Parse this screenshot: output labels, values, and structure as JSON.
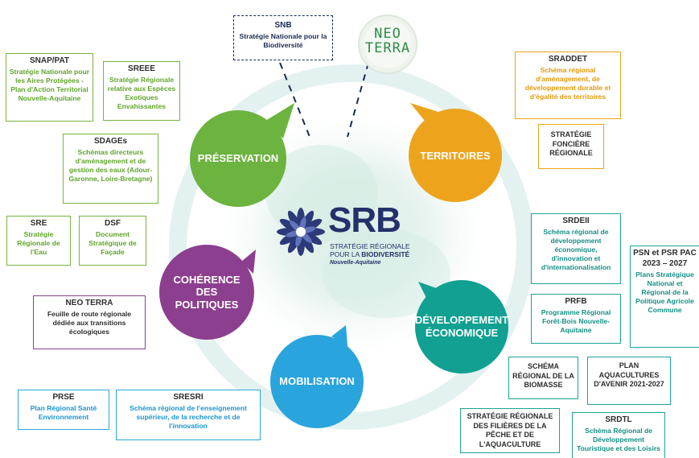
{
  "center": {
    "acronym": "SRB",
    "line1": "STRATÉGIE RÉGIONALE",
    "line2_pre": "POUR LA ",
    "line2_bold": "BIODIVERSITÉ",
    "region": "Nouvelle-Aquitaine"
  },
  "neoterra_logo": {
    "line1": "NEO",
    "line2": "TERRA"
  },
  "bubbles": {
    "preservation": "PRÉSERVATION",
    "territoires": "TERRITOIRES",
    "coherence": "COHÉRENCE DES POLITIQUES",
    "developpement": "DÉVELOPPEMENT ÉCONOMIQUE",
    "mobilisation": "MOBILISATION"
  },
  "colors": {
    "green": "#6cb33f",
    "orange": "#eda41c",
    "teal": "#11a091",
    "purple": "#8b3f8e",
    "blue": "#2aa4dc",
    "navy": "#1a2b50"
  },
  "boxes": {
    "snb": {
      "title": "SNB",
      "desc": "Stratégie Nationale pour la Biodiversité"
    },
    "snap": {
      "title": "SNAP/PAT",
      "desc": "Stratégie Nationale pour les Aires Protégées - Plan d'Action Territorial Nouvelle-Aquitaine"
    },
    "sreee": {
      "title": "SREEE",
      "desc": "Stratégie Régionale relative aux Espèces Exotiques Envahissantes"
    },
    "sdages": {
      "title": "SDAGEs",
      "desc": "Schémas directeurs d'aménagement et de gestion des eaux (Adour-Garonne, Loire-Bretagne)"
    },
    "sre": {
      "title": "SRE",
      "desc": "Stratégie Régionale de l'Eau"
    },
    "dsf": {
      "title": "DSF",
      "desc": "Document Stratégique de Façade"
    },
    "neoterra": {
      "title": "NEO TERRA",
      "desc": "Feuille de route régionale dédiée aux transitions écologiques"
    },
    "prse": {
      "title": "PRSE",
      "desc": "Plan Régional Santé Environnement"
    },
    "sresri": {
      "title": "SRESRI",
      "desc": "Schéma régional de l'enseignement supérieur, de la recherche et de l'innovation"
    },
    "sraddet": {
      "title": "SRADDET",
      "desc": "Schéma régional d'aménagement, de développement durable et d'égalité des territoires"
    },
    "fonciere": {
      "title": "STRATÉGIE FONCIÈRE RÉGIONALE"
    },
    "srdeii": {
      "title": "SRDEII",
      "desc": "Schéma régional de développement économique, d'innovation et d'internationalisation"
    },
    "psn": {
      "title": "PSN et PSR PAC 2023 – 2027",
      "desc": "Plans Stratégique National et Régional de la Politique Agricole Commune"
    },
    "prfb": {
      "title": "PRFB",
      "desc": "Programme Régional Forêt-Bois Nouvelle-Aquitaine"
    },
    "biomasse": {
      "title": "SCHÉMA RÉGIONAL DE LA BIOMASSE"
    },
    "aquacultures": {
      "title": "PLAN AQUACULTURES D'AVENIR 2021-2027"
    },
    "peche": {
      "title": "STRATÉGIE RÉGIONALE DES FILIÈRES DE LA PÊCHE ET DE L'AQUACULTURE"
    },
    "srdtl": {
      "title": "SRDTL",
      "desc": "Schéma Régional de Développement Touristique et des Loisirs"
    }
  }
}
